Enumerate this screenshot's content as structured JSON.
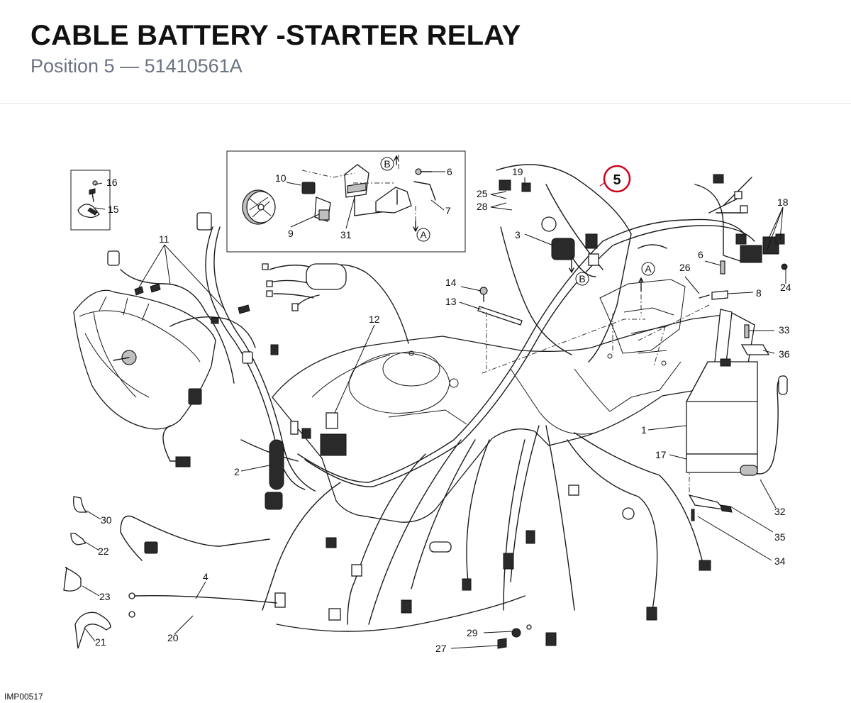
{
  "header": {
    "title": "CABLE BATTERY -STARTER RELAY",
    "subtitle": "Position 5 — 51410561A"
  },
  "footer": {
    "image_code": "IMP00517"
  },
  "highlight": {
    "label": "5",
    "color": "#d0021b"
  },
  "markers": {
    "A": "A",
    "B": "B"
  },
  "callouts": {
    "c1": "1",
    "c2": "2",
    "c3": "3",
    "c4": "4",
    "c6a": "6",
    "c6b": "6",
    "c7": "7",
    "c8": "8",
    "c9": "9",
    "c10": "10",
    "c11": "11",
    "c12": "12",
    "c13": "13",
    "c14": "14",
    "c15": "15",
    "c16": "16",
    "c17": "17",
    "c18": "18",
    "c19": "19",
    "c20": "20",
    "c21": "21",
    "c22": "22",
    "c23": "23",
    "c24": "24",
    "c25": "25",
    "c26": "26",
    "c27": "27",
    "c28": "28",
    "c29": "29",
    "c30": "30",
    "c31": "31",
    "c32": "32",
    "c33": "33",
    "c34": "34",
    "c35": "35",
    "c36": "36"
  }
}
